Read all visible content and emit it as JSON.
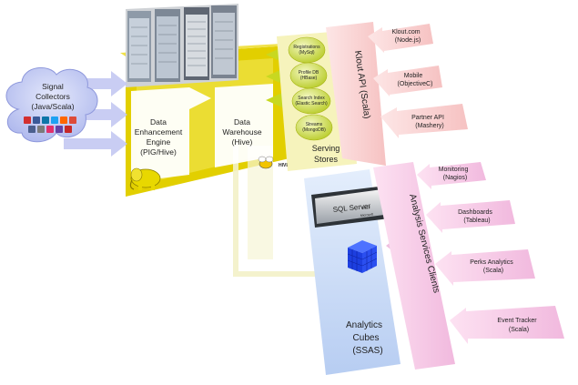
{
  "signal": {
    "line1": "Signal",
    "line2": "Collectors",
    "line3": "(Java/Scala)"
  },
  "engine": {
    "line1": "Data",
    "line2": "Enhancement",
    "line3": "Engine",
    "line4": "(PIG/Hive)"
  },
  "warehouse": {
    "line1": "Data",
    "line2": "Warehouse",
    "line3": "(Hive)"
  },
  "hive_logo": "HIVE",
  "serving": {
    "title1": "Serving",
    "title2": "Stores",
    "stores": [
      {
        "name": "Registrations",
        "tech": "(MySql)"
      },
      {
        "name": "Profile DB",
        "tech": "(HBase)"
      },
      {
        "name": "Search Index",
        "tech": "(Elastic Search)"
      },
      {
        "name": "Streams",
        "tech": "(MongoDB)"
      }
    ]
  },
  "api": {
    "title": "Klout API (Scala)",
    "clients": [
      {
        "name": "Klout.com",
        "tech": "(Node.js)"
      },
      {
        "name": "Mobile",
        "tech": "(ObjectiveC)"
      },
      {
        "name": "Partner API",
        "tech": "(Mashery)"
      }
    ]
  },
  "analysis": {
    "title": "Analysis Services Clients",
    "clients": [
      {
        "name": "Monitoring",
        "tech": "(Nagios)"
      },
      {
        "name": "Dashboards",
        "tech": "(Tableau)"
      },
      {
        "name": "Perks Analytics",
        "tech": "(Scala)"
      },
      {
        "name": "Event Tracker",
        "tech": "(Scala)"
      }
    ]
  },
  "sqlserver": {
    "brand": "SQL Server",
    "version": "2012",
    "vendor": "Microsoft"
  },
  "cubes": {
    "line1": "Analytics",
    "line2": "Cubes",
    "line3": "(SSAS)"
  },
  "colors": {
    "yellow": "#e8d400",
    "paleYellow": "#f7f4c2",
    "apiPink": "#fbd4d4",
    "analysisPink": "#f6c8e8",
    "cubeBlue": "#cfe0f8",
    "cloud": "#b9c1ef",
    "storeGreen": "#d5e56a"
  }
}
